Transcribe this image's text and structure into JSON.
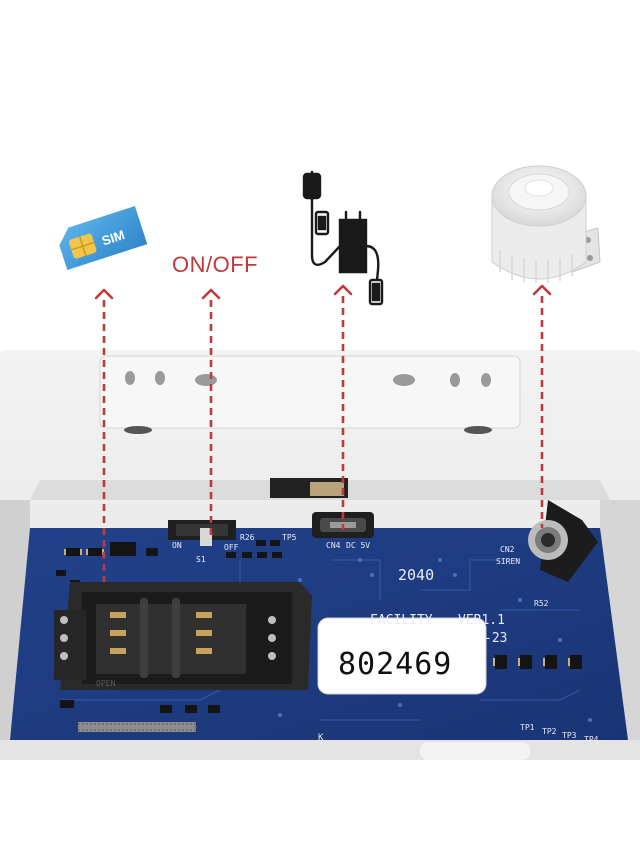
{
  "callouts": {
    "sim_card_label": "SIM",
    "switch_label": "ON/OFF",
    "power_icon": "power-adapter-icon",
    "siren_icon": "siren-speaker-icon",
    "sim_icon": "sim-card-icon"
  },
  "board": {
    "model": "2040",
    "facility": "FACILITY",
    "version": "VER1.1",
    "date_suffix": "-23",
    "serial_sticker": "802469",
    "silkscreen": {
      "on": "ON",
      "off": "OFF",
      "s1": "S1",
      "r26": "R26",
      "tp5": "TP5",
      "cn4": "CN4",
      "dc5v": "DC 5V",
      "cn2": "CN2",
      "siren": "SIREN",
      "r52": "R52",
      "tp1": "TP1",
      "tp2": "TP2",
      "tp3": "TP3",
      "tp4": "TP4",
      "k": "K",
      "sim_holder": "OPEN"
    }
  },
  "colors": {
    "arrow": "#c0393b",
    "pcb": "#1f3f86",
    "casing": "#eeeeee"
  }
}
